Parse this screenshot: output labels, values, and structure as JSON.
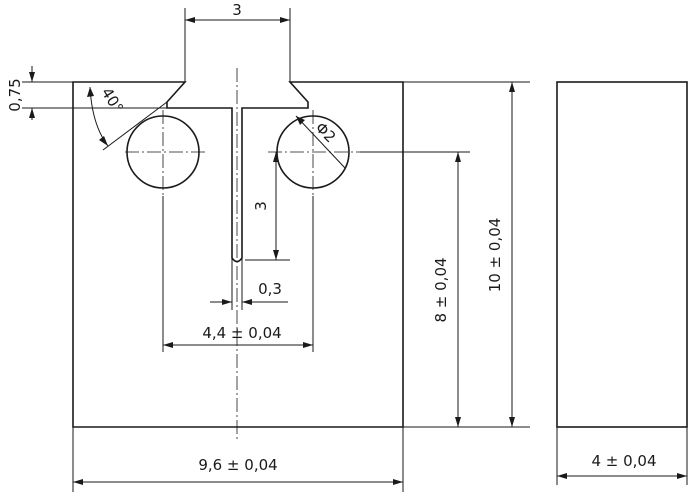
{
  "drawing": {
    "dimensions": {
      "top_gap": "3",
      "chamfer_depth": "0,75",
      "chamfer_angle": "40°",
      "hole_diameter": "Φ2",
      "slot_depth": "3",
      "slot_width": "0,3",
      "hole_spacing": "4,4 ± 0,04",
      "hole_height": "8 ± 0,04",
      "part_height": "10 ± 0,04",
      "part_width": "9,6 ± 0,04",
      "side_thickness": "4 ± 0,04"
    }
  }
}
